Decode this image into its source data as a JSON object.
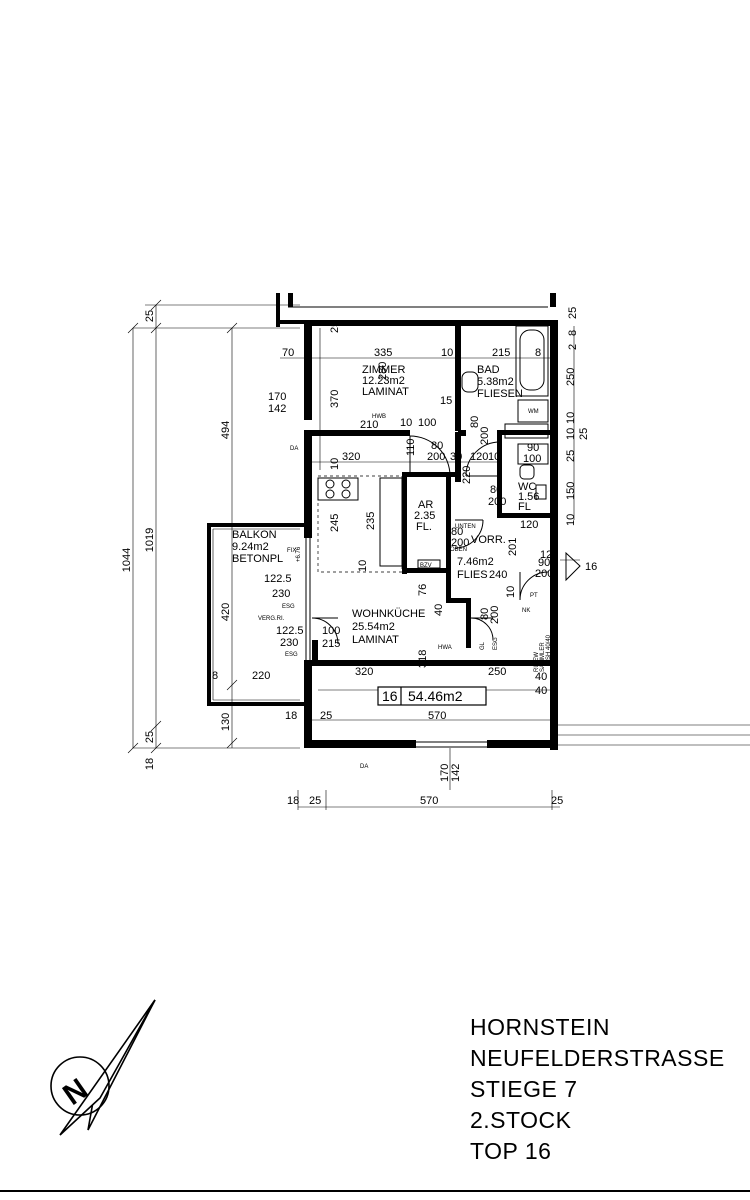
{
  "plan": {
    "rooms": {
      "zimmer": {
        "name": "ZIMMER",
        "area": "12.23m2",
        "floor": "LAMINAT"
      },
      "bad": {
        "name": "BAD",
        "area": "5.38m2",
        "floor": "FLIESEN"
      },
      "wc": {
        "name": "WC",
        "area": "1.56",
        "floor": "FL"
      },
      "ar": {
        "name": "AR",
        "area": "2.35",
        "floor": "FL."
      },
      "vorr": {
        "name": "VORR.",
        "area": "7.46m2",
        "floor": "FLIES"
      },
      "wohnkueche": {
        "name": "WOHNKÜCHE",
        "area": "25.54m2",
        "floor": "LAMINAT"
      },
      "balkon": {
        "name": "BALKON",
        "area": "9.24m2",
        "floor": "BETONPL"
      }
    },
    "unit_number": "16",
    "total_area": "54.46m2",
    "entrance_marker": "16",
    "dims": {
      "top_25": "25",
      "top_8": "8",
      "top_2": "2",
      "d_70": "70",
      "d_335": "335",
      "d_10a": "10",
      "d_215": "215",
      "d_8": "8",
      "d_2": "2",
      "d_250": "250",
      "d_370": "370",
      "d_280": "280",
      "d_15": "15",
      "d_210": "210",
      "d_100": "100",
      "d_10b": "10",
      "d_110": "110",
      "d_80a": "80",
      "d_200a": "200",
      "d_320a": "320",
      "d_10c": "10",
      "d_80b": "80",
      "d_200b": "200",
      "d_30": "30",
      "d_120a": "120",
      "d_10d": "10",
      "d_25a": "25",
      "d_10e": "10",
      "d_25b": "25",
      "d_90": "90",
      "d_100b": "100",
      "d_220": "220",
      "d_80c": "80",
      "d_200c": "200",
      "d_150": "150",
      "d_120b": "120",
      "d_10f": "10",
      "d_245": "245",
      "d_235": "235",
      "d_10g": "10",
      "d_80d": "80",
      "d_200d": "200",
      "d_201": "201",
      "d_12": "12",
      "d_30b": "30",
      "d_90b": "90",
      "d_200e": "200",
      "d_240": "240",
      "d_76": "76",
      "d_40": "40",
      "d_10h": "10",
      "d_80e": "80",
      "d_200f": "200",
      "d_318": "318",
      "d_40b": "40",
      "d_420": "420",
      "d_494": "494",
      "d_1019": "1019",
      "d_1044": "1044",
      "d_170a": "170",
      "d_142a": "142",
      "d_122_5a": "122.5",
      "d_230a": "230",
      "d_122_5b": "122.5",
      "d_230b": "230",
      "d_100c": "100",
      "d_215b": "215",
      "d_320b": "320",
      "d_250b": "250",
      "d_8b": "8",
      "d_220b": "220",
      "d_130": "130",
      "d_25c": "25",
      "d_18a": "18",
      "d_18b": "18",
      "d_25d": "25",
      "d_570a": "570",
      "d_170b": "170",
      "d_142b": "142",
      "d_18c": "18",
      "d_25e": "25",
      "d_570b": "570",
      "d_25f": "25",
      "d_40c": "40",
      "d_8c": "8"
    },
    "notes": {
      "fix": "FIX",
      "esg1": "ESG",
      "esg2": "ESG",
      "verg": "VERG.RI.",
      "da1": "DA",
      "da2": "DA",
      "h676": "+6.76",
      "hwa": "HWA",
      "zentrale": "ZENTRALE",
      "unten": "UNTEN",
      "oben": "OBEN",
      "bzv": "BZV",
      "pt": "PT",
      "nk": "NK",
      "gl": "GL",
      "esg3": "ESG",
      "wm": "WM",
      "hwb": "HWB",
      "rsauf": "RU/EW",
      "scheid": "SCHEID",
      "sammler": "SAMMLER",
      "sh40": "SH 40/40",
      "d480": "⌀ 480"
    }
  },
  "address": {
    "line1": "HORNSTEIN",
    "line2": "NEUFELDERSTRASSE",
    "line3": "STIEGE 7",
    "line4": "2.STOCK",
    "line5": "TOP 16"
  }
}
